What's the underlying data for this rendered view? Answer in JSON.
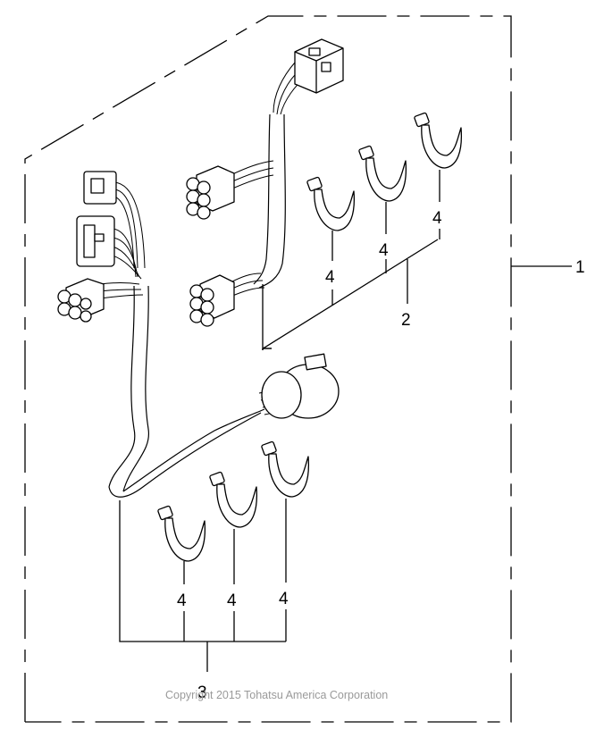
{
  "callouts": {
    "assembly": "1",
    "clip_set_upper": "2",
    "clip_set_lower": "3",
    "clip": "4"
  },
  "copyright": "Copyright 2015 Tohatsu America Corporation"
}
